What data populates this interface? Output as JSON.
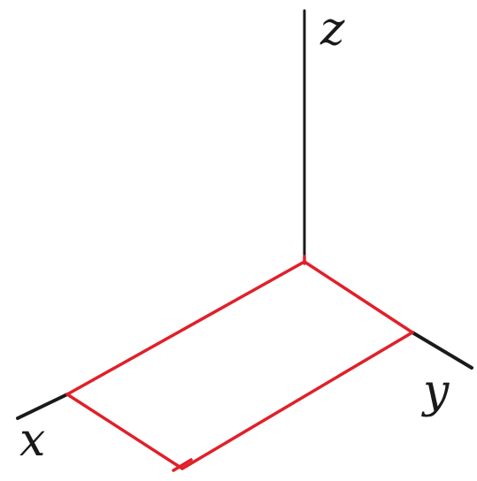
{
  "axes": {
    "z": {
      "label": "z"
    },
    "y": {
      "label": "y"
    },
    "x": {
      "label": "x"
    }
  },
  "colors": {
    "axis": "#1a1a1a",
    "rectangle": "#e0202a",
    "background": "#ffffff"
  }
}
